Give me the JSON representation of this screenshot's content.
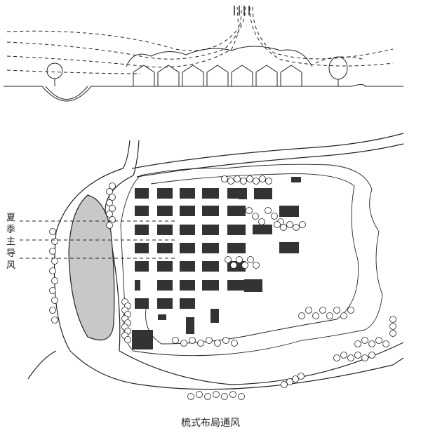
{
  "diagram": {
    "wind_label_chars": [
      "夏",
      "季",
      "主",
      "导",
      "风"
    ],
    "caption": "梳式布局通风",
    "colors": {
      "building": "#333333",
      "lake": "#c8c8c8",
      "line": "#222222"
    }
  }
}
